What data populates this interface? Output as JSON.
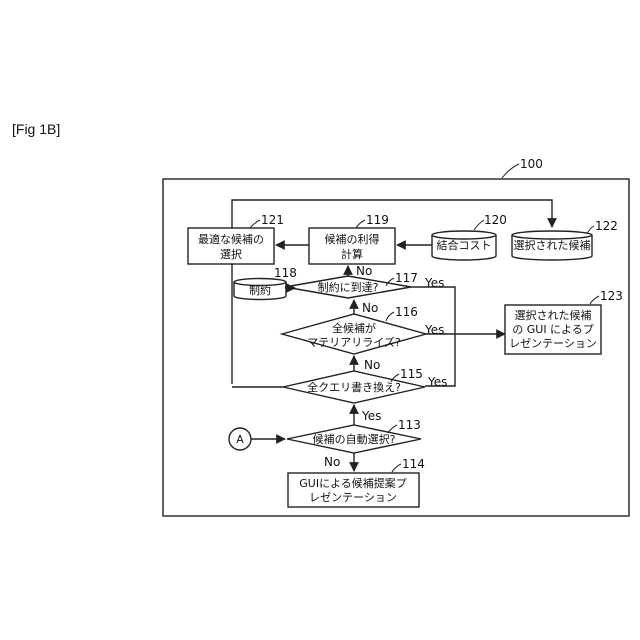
{
  "figure_label": "[Fig 1B]",
  "refs": {
    "system": "100",
    "select_optimal": "121",
    "compute_benefit": "119",
    "join_cost": "120",
    "selected_candidates": "122",
    "constraints": "118",
    "constraint_check": "117",
    "materialize_check": "116",
    "gui_presentation": "123",
    "rewrite_check": "115",
    "auto_select_check": "113",
    "gui_proposal": "114"
  },
  "nodes": {
    "select_optimal": [
      "最適な候補の",
      "選択"
    ],
    "compute_benefit": [
      "候補の利得",
      "計算"
    ],
    "join_cost": "結合コスト",
    "selected_candidates": "選択された候補",
    "constraints": "制約",
    "constraint_check": "制約に到達?",
    "materialize_check": [
      "全候補が",
      "マテリアリライズ?"
    ],
    "gui_presentation": [
      "選択された候補",
      "の GUI によるプ",
      "レゼンテーション"
    ],
    "rewrite_check": "全クエリ書き換え?",
    "auto_select_check": "候補の自動選択?",
    "gui_proposal": [
      "GUIによる候補提案プ",
      "レゼンテーション"
    ],
    "connector": "A"
  },
  "labels": {
    "yes": "Yes",
    "no": "No"
  }
}
